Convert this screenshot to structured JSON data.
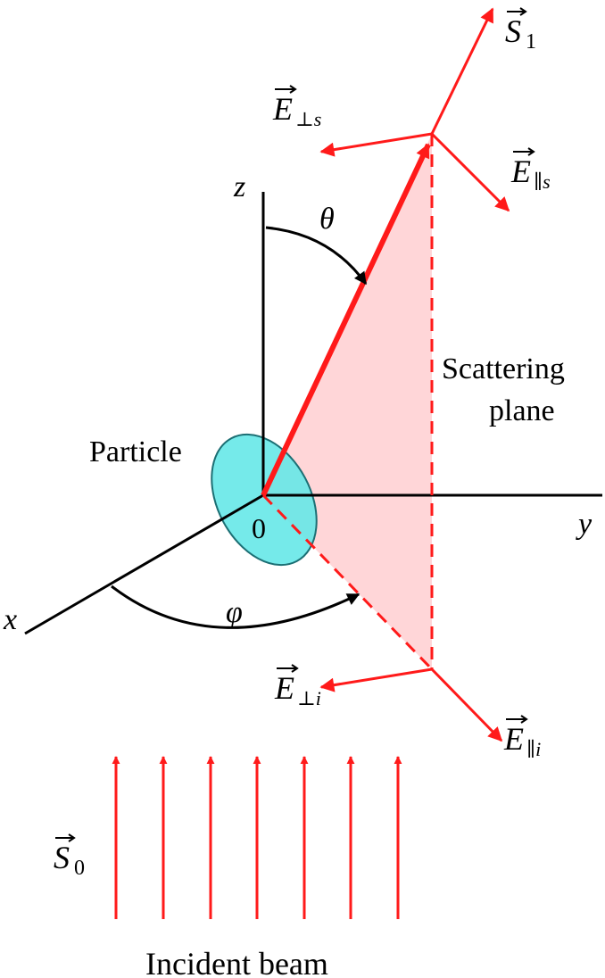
{
  "labels": {
    "z_axis": "z",
    "y_axis": "y",
    "x_axis": "x",
    "origin": "0",
    "theta": "θ",
    "phi": "φ",
    "particle": "Particle",
    "scattering_line1": "Scattering",
    "scattering_line2": "plane",
    "incident_beam": "Incident beam"
  },
  "vectors": {
    "s1": {
      "symbol": "S",
      "sub": "1"
    },
    "s0": {
      "symbol": "S",
      "sub": "0"
    },
    "e_perp_s": {
      "symbol": "E",
      "sub": "⊥s"
    },
    "e_par_s": {
      "symbol": "E",
      "sub": "∥s"
    },
    "e_perp_i": {
      "symbol": "E",
      "sub": "⊥i"
    },
    "e_par_i": {
      "symbol": "E",
      "sub": "∥i"
    }
  },
  "colors": {
    "red": "#ff1a1a",
    "plane_fill": "#ffd6d8",
    "particle_fill": "#66e8e8",
    "particle_stroke": "#1c6f74",
    "black": "#000000"
  },
  "incident_beam_arrow_count": 7
}
